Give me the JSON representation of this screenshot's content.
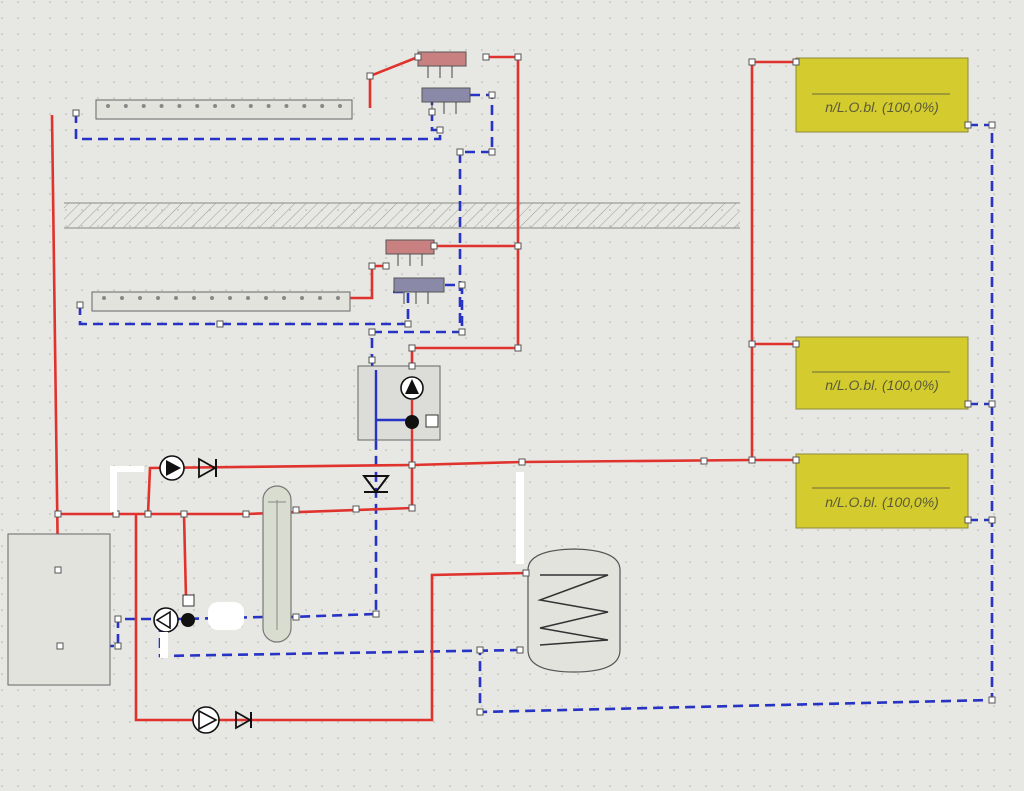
{
  "colors": {
    "background": "#e7e7e3",
    "supply": "#e0332e",
    "return": "#2733c4",
    "radiator_fill": "#d4cc2e",
    "radiator_border": "#8c8a3a",
    "manifold_supply": "#c98080",
    "manifold_return": "#8a8aa8",
    "component_stroke": "#555555",
    "pump_stroke": "#111111"
  },
  "radiators": [
    {
      "label": "n/L.O.bl. (100,0%)"
    },
    {
      "label": "n/L.O.bl. (100,0%)"
    },
    {
      "label": "n/L.O.bl. (100,0%)"
    }
  ],
  "components": {
    "boiler": {
      "icon": "boiler-box"
    },
    "hydraulic_separator": {
      "icon": "buffer-vessel"
    },
    "dhw_tank": {
      "icon": "dhw-coil-tank"
    },
    "pumps": [
      "pump-icon",
      "pump-icon",
      "pump-icon",
      "pump-icon"
    ],
    "check_valves": [
      "check-valve-icon",
      "check-valve-icon",
      "check-valve-icon"
    ]
  }
}
